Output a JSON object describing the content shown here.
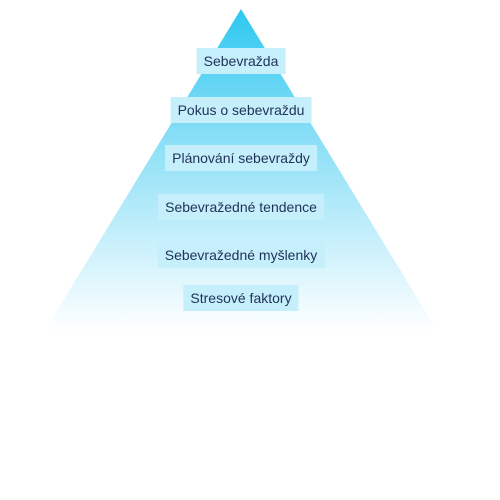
{
  "pyramid": {
    "colors": {
      "apex": "#2ec8f0",
      "base": "#ffffff",
      "label_bg": "#c6effc",
      "label_text": "#22335a"
    },
    "tiers": [
      {
        "label": "Sebevražda"
      },
      {
        "label": "Pokus o sebevraždu"
      },
      {
        "label": "Plánování sebevraždy"
      },
      {
        "label": "Sebevražedné tendence"
      },
      {
        "label": "Sebevražedné myšlenky"
      },
      {
        "label": "Stresové faktory"
      }
    ]
  }
}
